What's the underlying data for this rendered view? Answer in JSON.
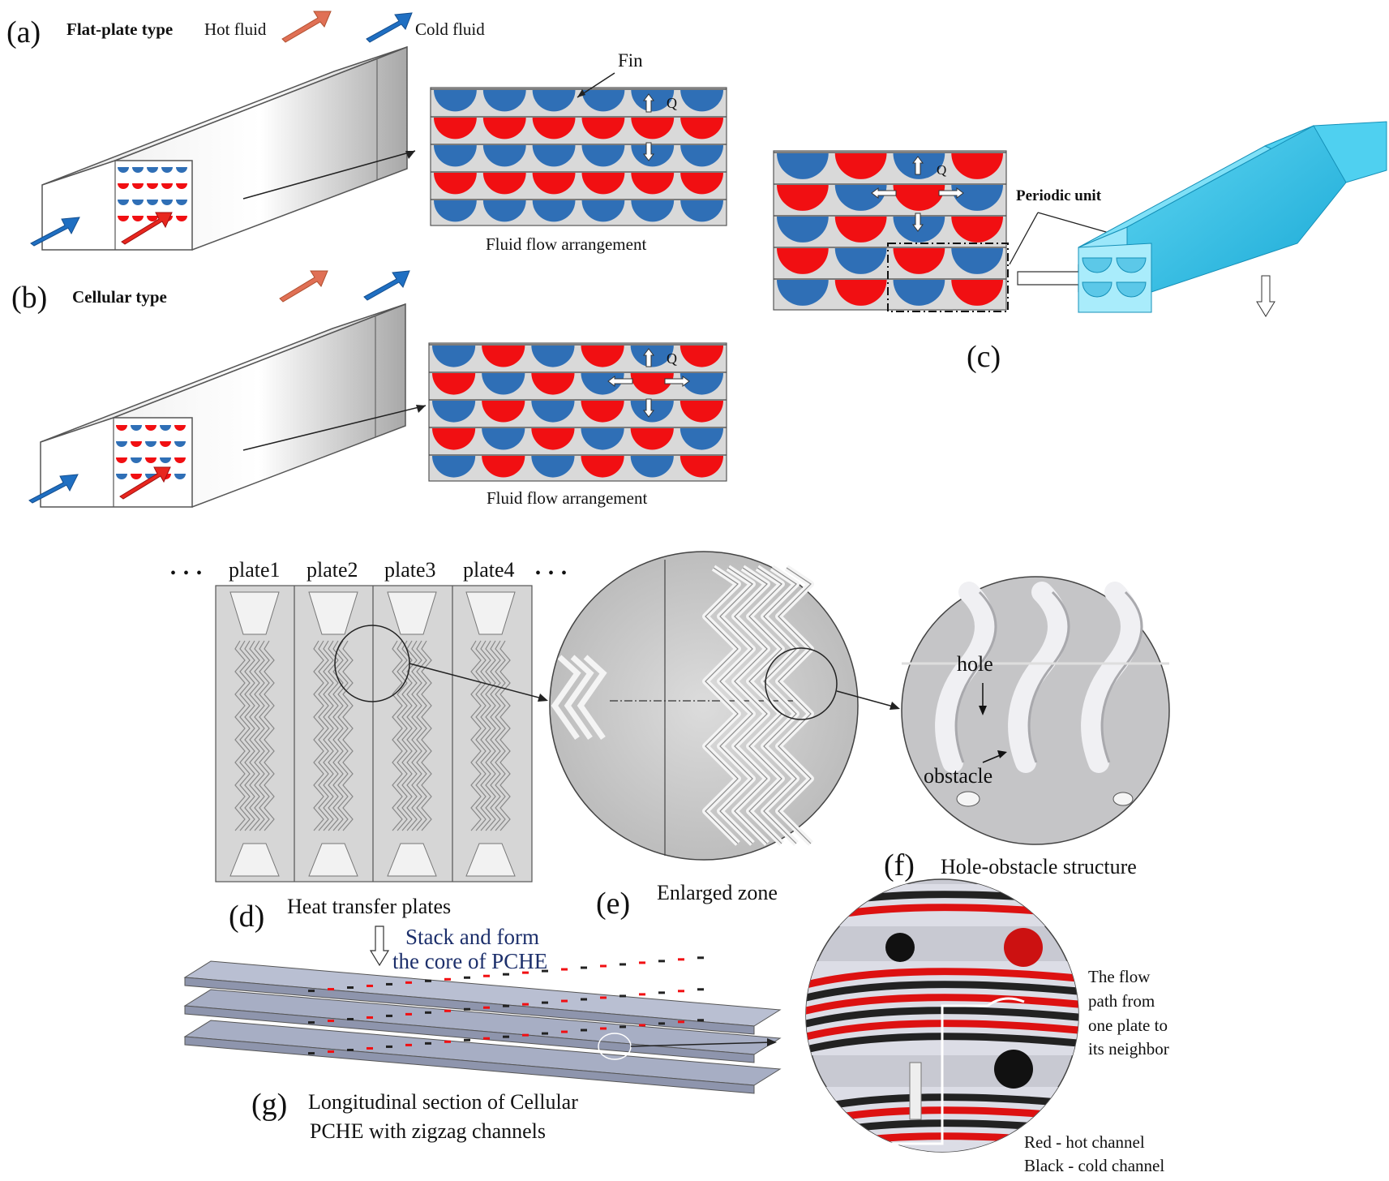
{
  "panel_a": {
    "letter": "(a)",
    "title": "Flat-plate type",
    "hot_fluid": "Hot fluid",
    "cold_fluid": "Cold fluid",
    "fin": "Fin",
    "q": "Q",
    "caption": "Fluid flow arrangement"
  },
  "panel_b": {
    "letter": "(b)",
    "title": "Cellular type",
    "q": "Q",
    "caption": "Fluid flow arrangement"
  },
  "panel_c": {
    "letter": "(c)",
    "periodic": "Periodic unit",
    "q": "Q"
  },
  "panel_d": {
    "letter": "(d)",
    "ellipsis_left": "• • •",
    "ellipsis_right": "• • •",
    "plates": [
      "plate1",
      "plate2",
      "plate3",
      "plate4"
    ],
    "caption": "Heat transfer plates",
    "stack_line1": "Stack and form",
    "stack_line2": "the core of PCHE"
  },
  "panel_e": {
    "letter": "(e)",
    "caption": "Enlarged zone"
  },
  "panel_f": {
    "letter": "(f)",
    "caption": "Hole-obstacle structure",
    "hole": "hole",
    "obstacle": "obstacle"
  },
  "panel_g": {
    "letter": "(g)",
    "caption_line1": "Longitudinal section of Cellular",
    "caption_line2": "PCHE with zigzag channels",
    "flow_text": [
      "The flow",
      "path from",
      "one plate to",
      "its neighbor"
    ],
    "legend_red": "Red - hot channel",
    "legend_black": "Black - cold channel"
  },
  "colors": {
    "hot": "#f10f12",
    "cold": "#2f6fb6",
    "arrow_blue": "#1f6fc2",
    "arrow_red": "#e06040",
    "grid_bg": "#d9d9d9",
    "cyan": "#1fb8e0",
    "navy_text": "#1c2f6b"
  }
}
